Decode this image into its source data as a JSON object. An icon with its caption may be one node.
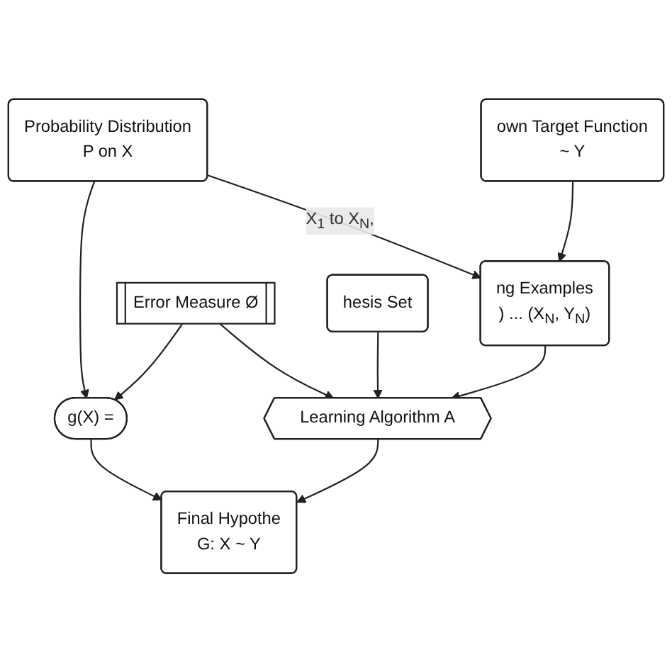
{
  "diagram": {
    "nodes": [
      {
        "text": [
          "own Target Function",
          "~ Y"
        ]
      },
      {
        "text": [
          "Probability Distribution",
          "P on X"
        ]
      },
      {
        "text": [
          "ng Examples",
          ") ... (X$_{N}$, Y$_{N}$)"
        ]
      },
      {
        "text": [
          "Error Measure Ø"
        ]
      },
      {
        "text": [
          "g(X) ="
        ]
      },
      {
        "text": [
          "Final Hypothe",
          "G: X ~ Y"
        ]
      },
      {
        "text": [
          "Learning Algorithm A"
        ]
      },
      {
        "text": [
          "hesis Set"
        ]
      }
    ],
    "edges": [
      {
        "from": 0,
        "to": 2,
        "arrow": "to"
      },
      {
        "from": 1,
        "to": 2,
        "arrow": "to",
        "label": "X$_{1}$ to X$_{N}$,"
      },
      {
        "from": 1,
        "to": 4,
        "arrow": "to"
      },
      {
        "from": 2,
        "to": 6,
        "arrow": "to"
      },
      {
        "from": 3,
        "to": 6,
        "arrow": "to"
      },
      {
        "from": 3,
        "to": 4,
        "arrow": "to"
      },
      {
        "from": 4,
        "to": 5,
        "arrow": "to"
      },
      {
        "from": 6,
        "to": 5,
        "arrow": "to"
      },
      {
        "from": 7,
        "to": 6,
        "arrow": "to"
      }
    ]
  }
}
